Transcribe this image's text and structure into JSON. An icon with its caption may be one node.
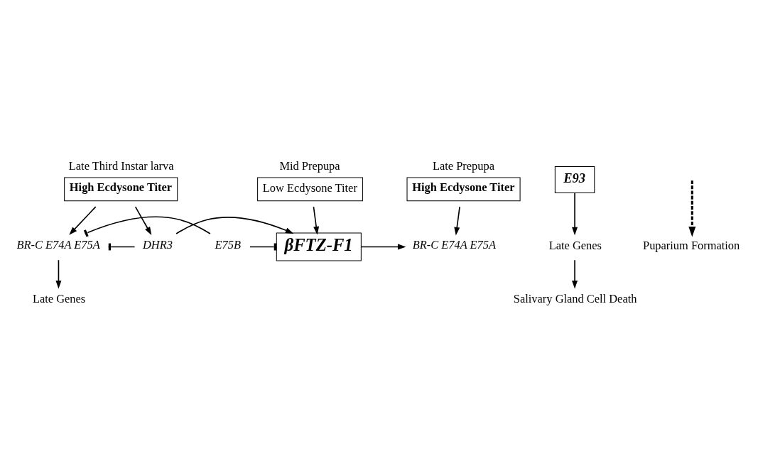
{
  "diagram": {
    "nodes": [
      {
        "text": [
          "Late Third Instar larva",
          "High Ecdysone Titer"
        ]
      },
      {
        "text": [
          "Mid Prepupa",
          "Low Ecdysone Titer"
        ]
      },
      {
        "text": [
          "Late Prepupa",
          "High Ecdysone Titer"
        ]
      },
      {
        "text": [
          "BR-C E74A E75A"
        ]
      },
      {
        "text": [
          "Late Genes"
        ]
      },
      {
        "text": [
          "DHR3"
        ]
      },
      {
        "text": [
          "E75B"
        ]
      },
      {
        "text": [
          "βFTZ-F1"
        ]
      },
      {
        "text": [
          "BR-C E74A E75A"
        ]
      },
      {
        "text": [
          "E93"
        ]
      },
      {
        "text": [
          "Late Genes"
        ]
      },
      {
        "text": [
          "Salivary Gland Cell Death"
        ]
      },
      {
        "text": [
          "Puparium Formation"
        ]
      }
    ],
    "edges": [
      {
        "from": 0,
        "to": 3,
        "arrow": "to"
      },
      {
        "from": 0,
        "to": 5,
        "arrow": "to"
      },
      {
        "from": 1,
        "to": 7,
        "arrow": "to"
      },
      {
        "from": 2,
        "to": 8,
        "arrow": "to"
      },
      {
        "from": 5,
        "to": 3,
        "arrow": "other"
      },
      {
        "from": 6,
        "to": 3,
        "arrow": "other"
      },
      {
        "from": 3,
        "to": 4,
        "arrow": "to"
      },
      {
        "from": 5,
        "to": 7,
        "arrow": "to"
      },
      {
        "from": 6,
        "to": 7,
        "arrow": "other"
      },
      {
        "from": 7,
        "to": 8,
        "arrow": "to"
      },
      {
        "from": 9,
        "to": 10,
        "arrow": "to"
      },
      {
        "from": 10,
        "to": 11,
        "arrow": "to"
      },
      {
        "from": null,
        "to": 12,
        "arrow": "to",
        "style": "dashed"
      }
    ]
  }
}
